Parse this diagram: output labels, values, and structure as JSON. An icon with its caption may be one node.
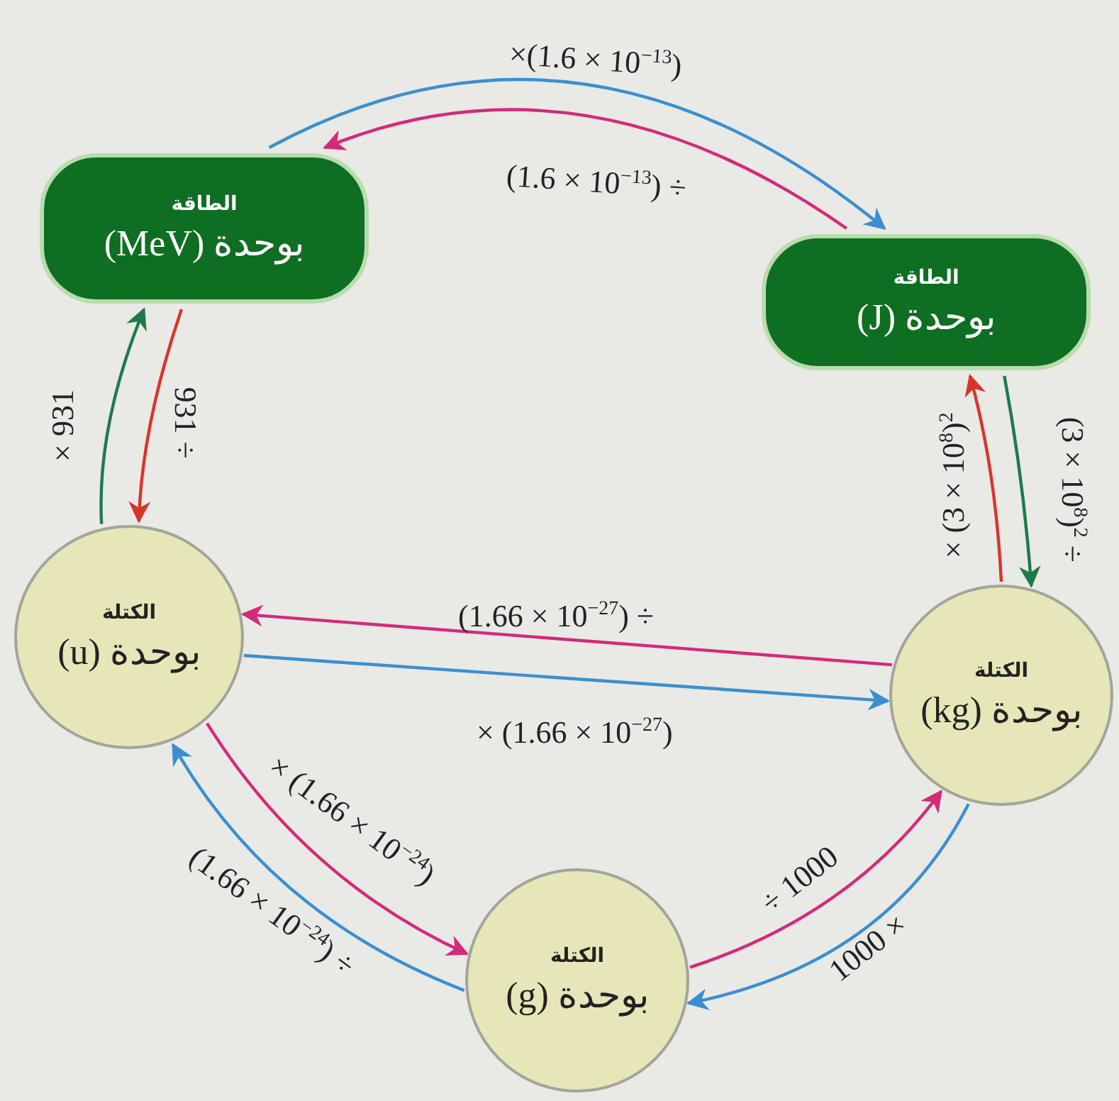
{
  "diagram": {
    "nodes": [
      {
        "text": [
          "الطاقة",
          "بوحدة (MeV)"
        ]
      },
      {
        "text": [
          "الطاقة",
          "بوحدة (J)"
        ]
      },
      {
        "text": [
          "الكتلة",
          "بوحدة (u)"
        ]
      },
      {
        "text": [
          "الكتلة",
          "بوحدة (kg)"
        ]
      },
      {
        "text": [
          "الكتلة",
          "بوحدة (g)"
        ]
      }
    ],
    "edges": [
      {
        "from": 0,
        "to": 1,
        "arrow": "to",
        "label": "×(1.6 × 10$^{−13}$)",
        "color": "#3b8fd0"
      },
      {
        "from": 1,
        "to": 0,
        "arrow": "to",
        "label": "(1.6 × 10$^{−13}$) ÷",
        "color": "#d42a7a"
      },
      {
        "from": 2,
        "to": 0,
        "arrow": "to",
        "label": "× 931",
        "color": "#1f7a4a"
      },
      {
        "from": 0,
        "to": 2,
        "arrow": "to",
        "label": "931 ÷",
        "color": "#d9342b"
      },
      {
        "from": 3,
        "to": 1,
        "arrow": "to",
        "label": "× (3 × 10$^{8}$)$^{2}$",
        "color": "#d9342b"
      },
      {
        "from": 1,
        "to": 3,
        "arrow": "to",
        "label": "(3 × 10$^{8}$)$^{2}$ ÷",
        "color": "#1f7a4a"
      },
      {
        "from": 3,
        "to": 2,
        "arrow": "to",
        "label": "(1.66 × 10$^{−27}$) ÷",
        "color": "#d42a7a"
      },
      {
        "from": 2,
        "to": 3,
        "arrow": "to",
        "label": "× (1.66 × 10$^{−27}$)",
        "color": "#3b8fd0"
      },
      {
        "from": 2,
        "to": 4,
        "arrow": "to",
        "label": "× (1.66 × 10$^{−24}$)",
        "color": "#d42a7a"
      },
      {
        "from": 4,
        "to": 2,
        "arrow": "to",
        "label": "(1.66 × 10$^{−24}$) ÷",
        "color": "#3b8fd0"
      },
      {
        "from": 4,
        "to": 3,
        "arrow": "to",
        "label": "÷ 1000",
        "color": "#d42a7a"
      },
      {
        "from": 3,
        "to": 4,
        "arrow": "to",
        "label": "1000 ×",
        "color": "#3b8fd0"
      }
    ]
  }
}
